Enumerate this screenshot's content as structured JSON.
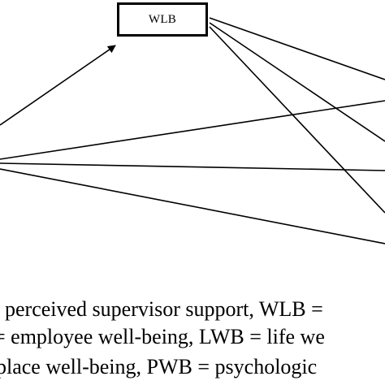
{
  "diagram": {
    "node": {
      "label": "WLB"
    },
    "caption": {
      "line1": "perceived supervisor support, WLB =",
      "line2": "= employee well-being, LWB = life we",
      "line3": "kplace well-being, PWB = psychologic"
    },
    "colors": {
      "stroke": "#000000",
      "background": "#ffffff"
    }
  }
}
